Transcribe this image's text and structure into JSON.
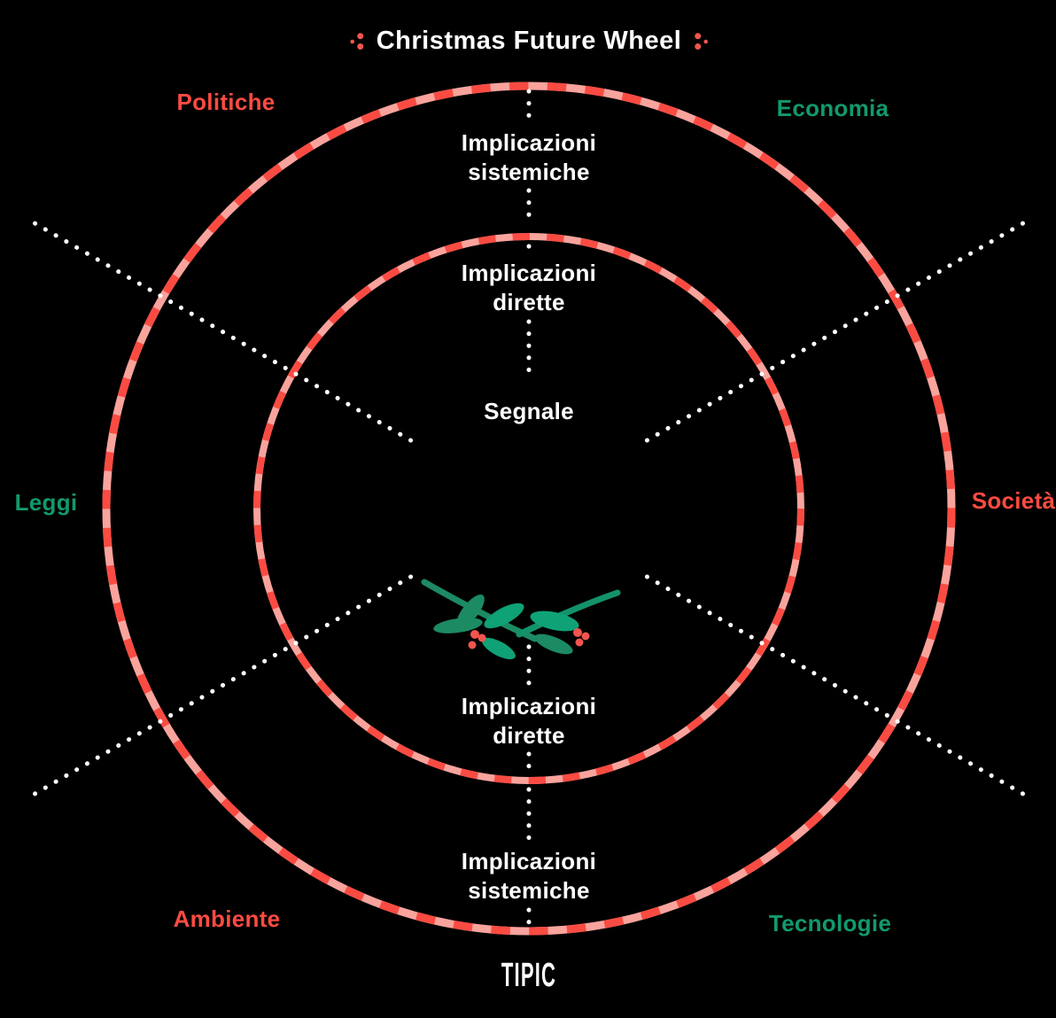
{
  "title": {
    "text": "Christmas Future Wheel"
  },
  "wheel": {
    "ring_labels": {
      "systemic_top": {
        "line1": "Implicazioni",
        "line2": "sistemiche"
      },
      "direct_top": {
        "line1": "Implicazioni",
        "line2": "dirette"
      },
      "signal": "Segnale",
      "direct_bottom": {
        "line1": "Implicazioni",
        "line2": "dirette"
      },
      "systemic_bottom": {
        "line1": "Implicazioni",
        "line2": "sistemiche"
      }
    },
    "sectors": [
      {
        "label": "Politiche",
        "color": "#FA4B42",
        "position": "top-left"
      },
      {
        "label": "Economia",
        "color": "#12996E",
        "position": "top-right"
      },
      {
        "label": "Leggi",
        "color": "#12996E",
        "position": "left"
      },
      {
        "label": "Società",
        "color": "#FA4B42",
        "position": "right"
      },
      {
        "label": "Ambiente",
        "color": "#FA4B42",
        "position": "bottom-left"
      },
      {
        "label": "Tecnologie",
        "color": "#12996E",
        "position": "bottom-right"
      }
    ]
  },
  "footer": {
    "logo": "TIPIC"
  },
  "icons": {
    "center": "mistletoe-sprig-icon",
    "title_left": "berry-dots-icon",
    "title_right": "berry-dots-icon"
  },
  "colors": {
    "background": "#000000",
    "ring_red": "#FA4B42",
    "ring_pink": "#F9A39D",
    "label_red": "#FA4B42",
    "label_green": "#12996E",
    "text_white": "#FFFFFF",
    "sprig_dark_green": "#1C8A63",
    "sprig_light_green": "#0FA276",
    "berry_red": "#F2554E"
  }
}
